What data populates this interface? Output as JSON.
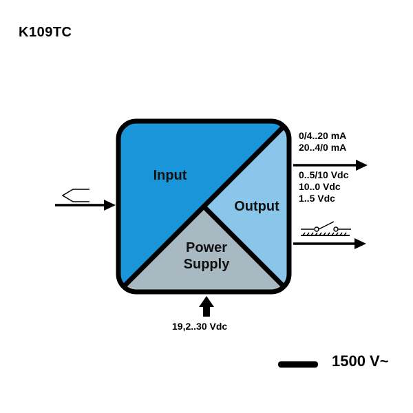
{
  "title": "K109TC",
  "blocks": {
    "input": "Input",
    "output": "Output",
    "power_line1": "Power",
    "power_line2": "Supply"
  },
  "outputs": {
    "current": [
      "0/4..20 mA",
      "20..4/0 mA"
    ],
    "voltage": [
      "0..5/10 Vdc",
      "10..0 Vdc",
      "1..5 Vdc"
    ]
  },
  "supply_label": "19,2..30 Vdc",
  "isolation_label": "1500 V~",
  "icons": {
    "input_sensor": "thermocouple-icon",
    "relay_output": "relay-contact-icon"
  },
  "colors": {
    "input": "#1b95d9",
    "output": "#8ac6ea",
    "power": "#a8b9c2",
    "outline": "#000000"
  }
}
